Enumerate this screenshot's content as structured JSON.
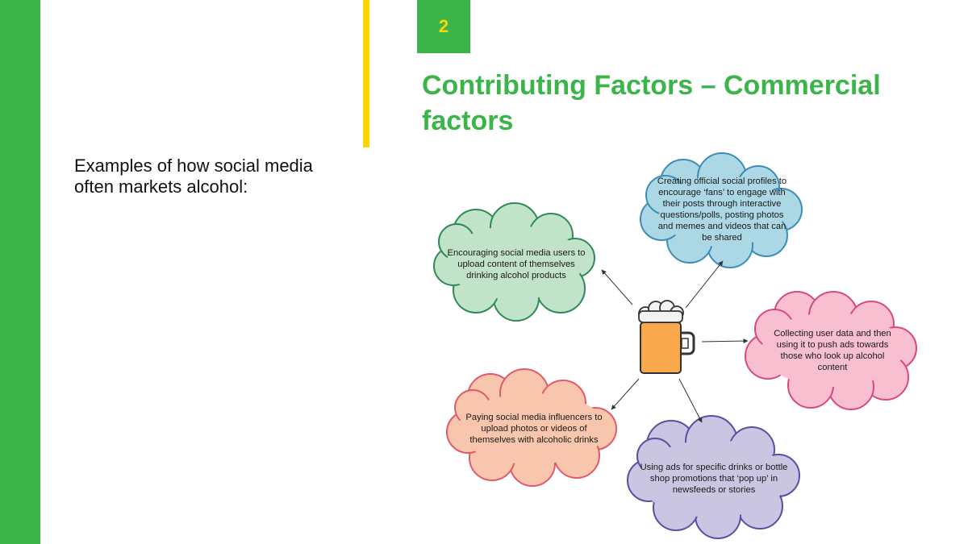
{
  "slide": {
    "number": "2",
    "title": "Contributing Factors – Commercial factors",
    "subtitle": "Examples of how social media often markets alcohol:"
  },
  "diagram": {
    "center_icon": "beer-mug-icon",
    "nodes": [
      {
        "id": "official-profiles",
        "text": "Creating official social profiles to encourage ‘fans’ to engage with their posts through interactive questions/polls, posting photos and memes and videos that can be shared",
        "fill": "#acd8e6",
        "stroke": "#3b8fb5"
      },
      {
        "id": "user-content",
        "text": "Encouraging social media users to upload content of themselves drinking alcohol products",
        "fill": "#c1e3c9",
        "stroke": "#2e8b57"
      },
      {
        "id": "user-data",
        "text": "Collecting user data and then using it to push ads towards those who look up alcohol content",
        "fill": "#f7bfd0",
        "stroke": "#d84a7e"
      },
      {
        "id": "influencers",
        "text": "Paying social media influencers to upload photos or videos of themselves with alcoholic drinks",
        "fill": "#f8c6ac",
        "stroke": "#e05a6a"
      },
      {
        "id": "ads",
        "text": "Using ads for specific drinks or bottle shop promotions that ‘pop up’ in newsfeeds or stories",
        "fill": "#cac6e2",
        "stroke": "#5b4ea3"
      }
    ]
  },
  "colors": {
    "accent_green": "#3bb54a",
    "accent_yellow": "#ffd500",
    "beer": "#f9a94b"
  }
}
